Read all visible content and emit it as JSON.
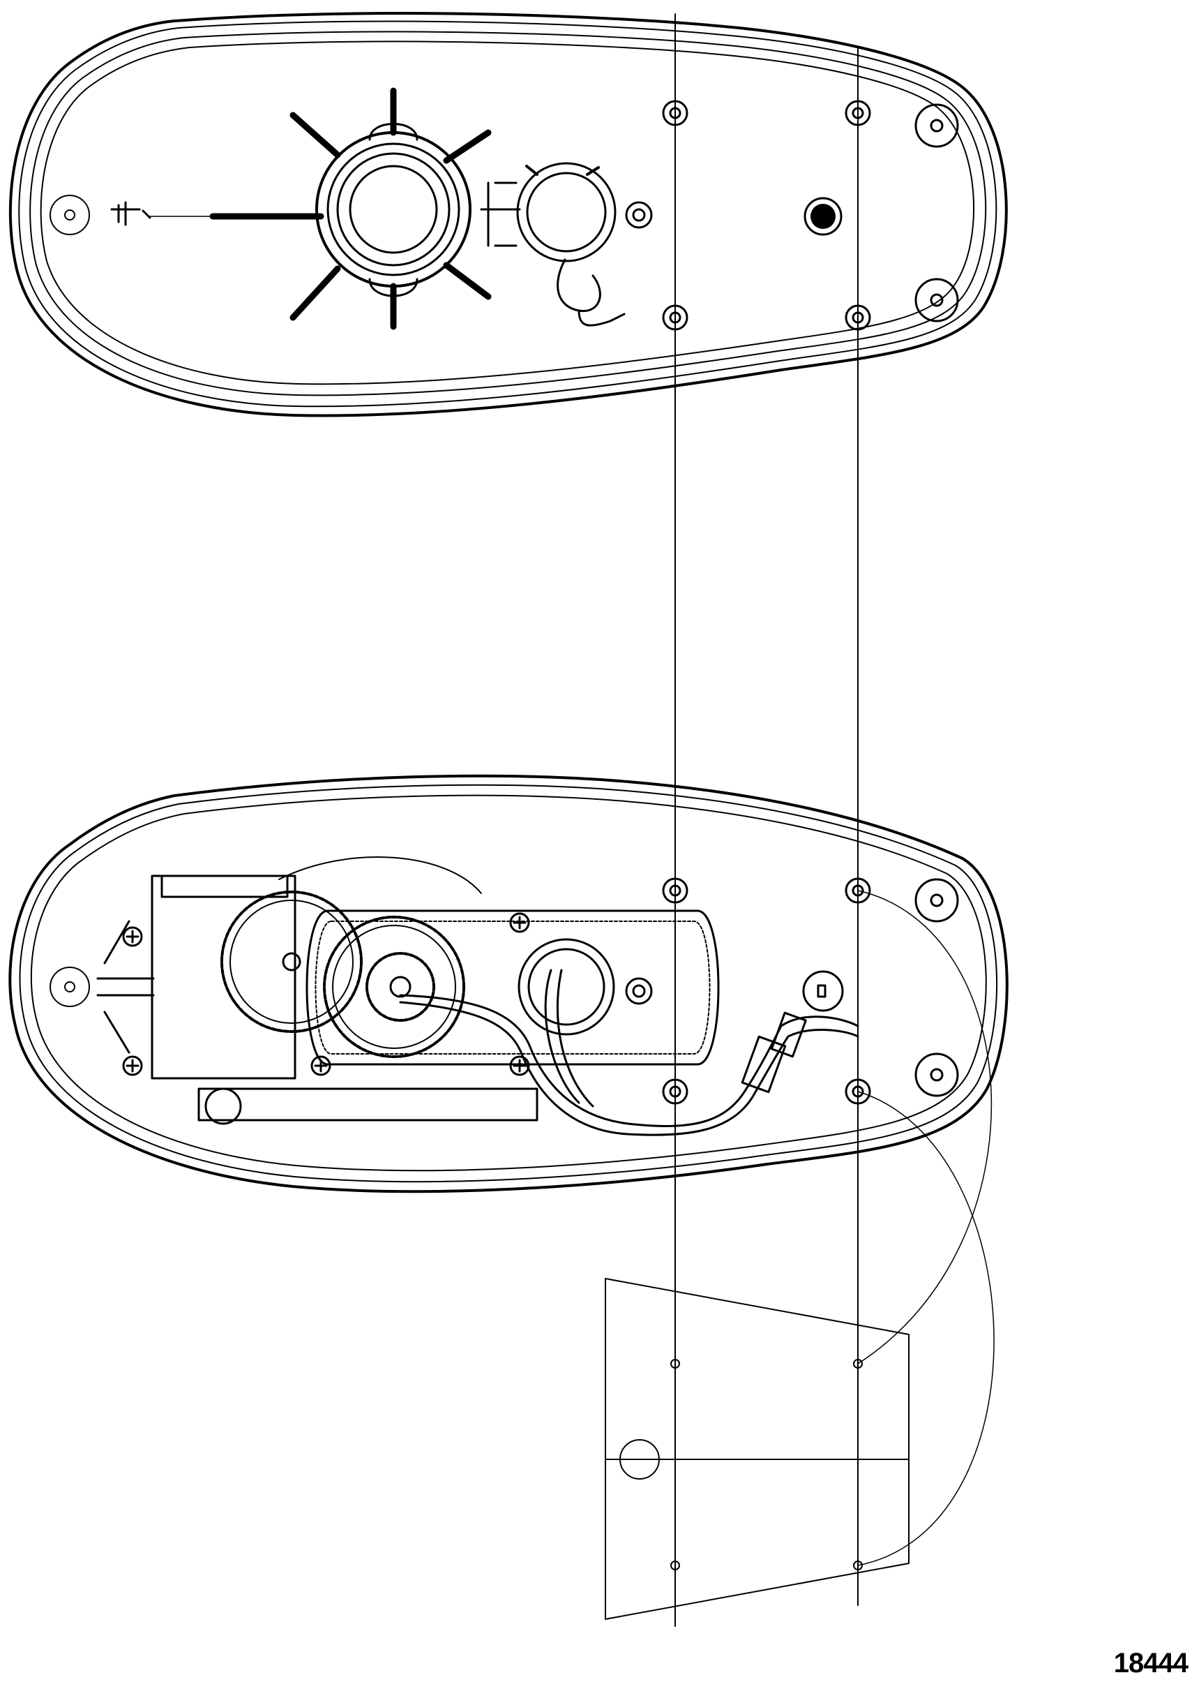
{
  "figure": {
    "number": "18444"
  },
  "colors": {
    "ink": "#000000",
    "paper": "#ffffff"
  },
  "parts": [
    "motor-housing-top-view",
    "motor-housing-open-view",
    "mounting-template-plate",
    "alignment-lines"
  ]
}
